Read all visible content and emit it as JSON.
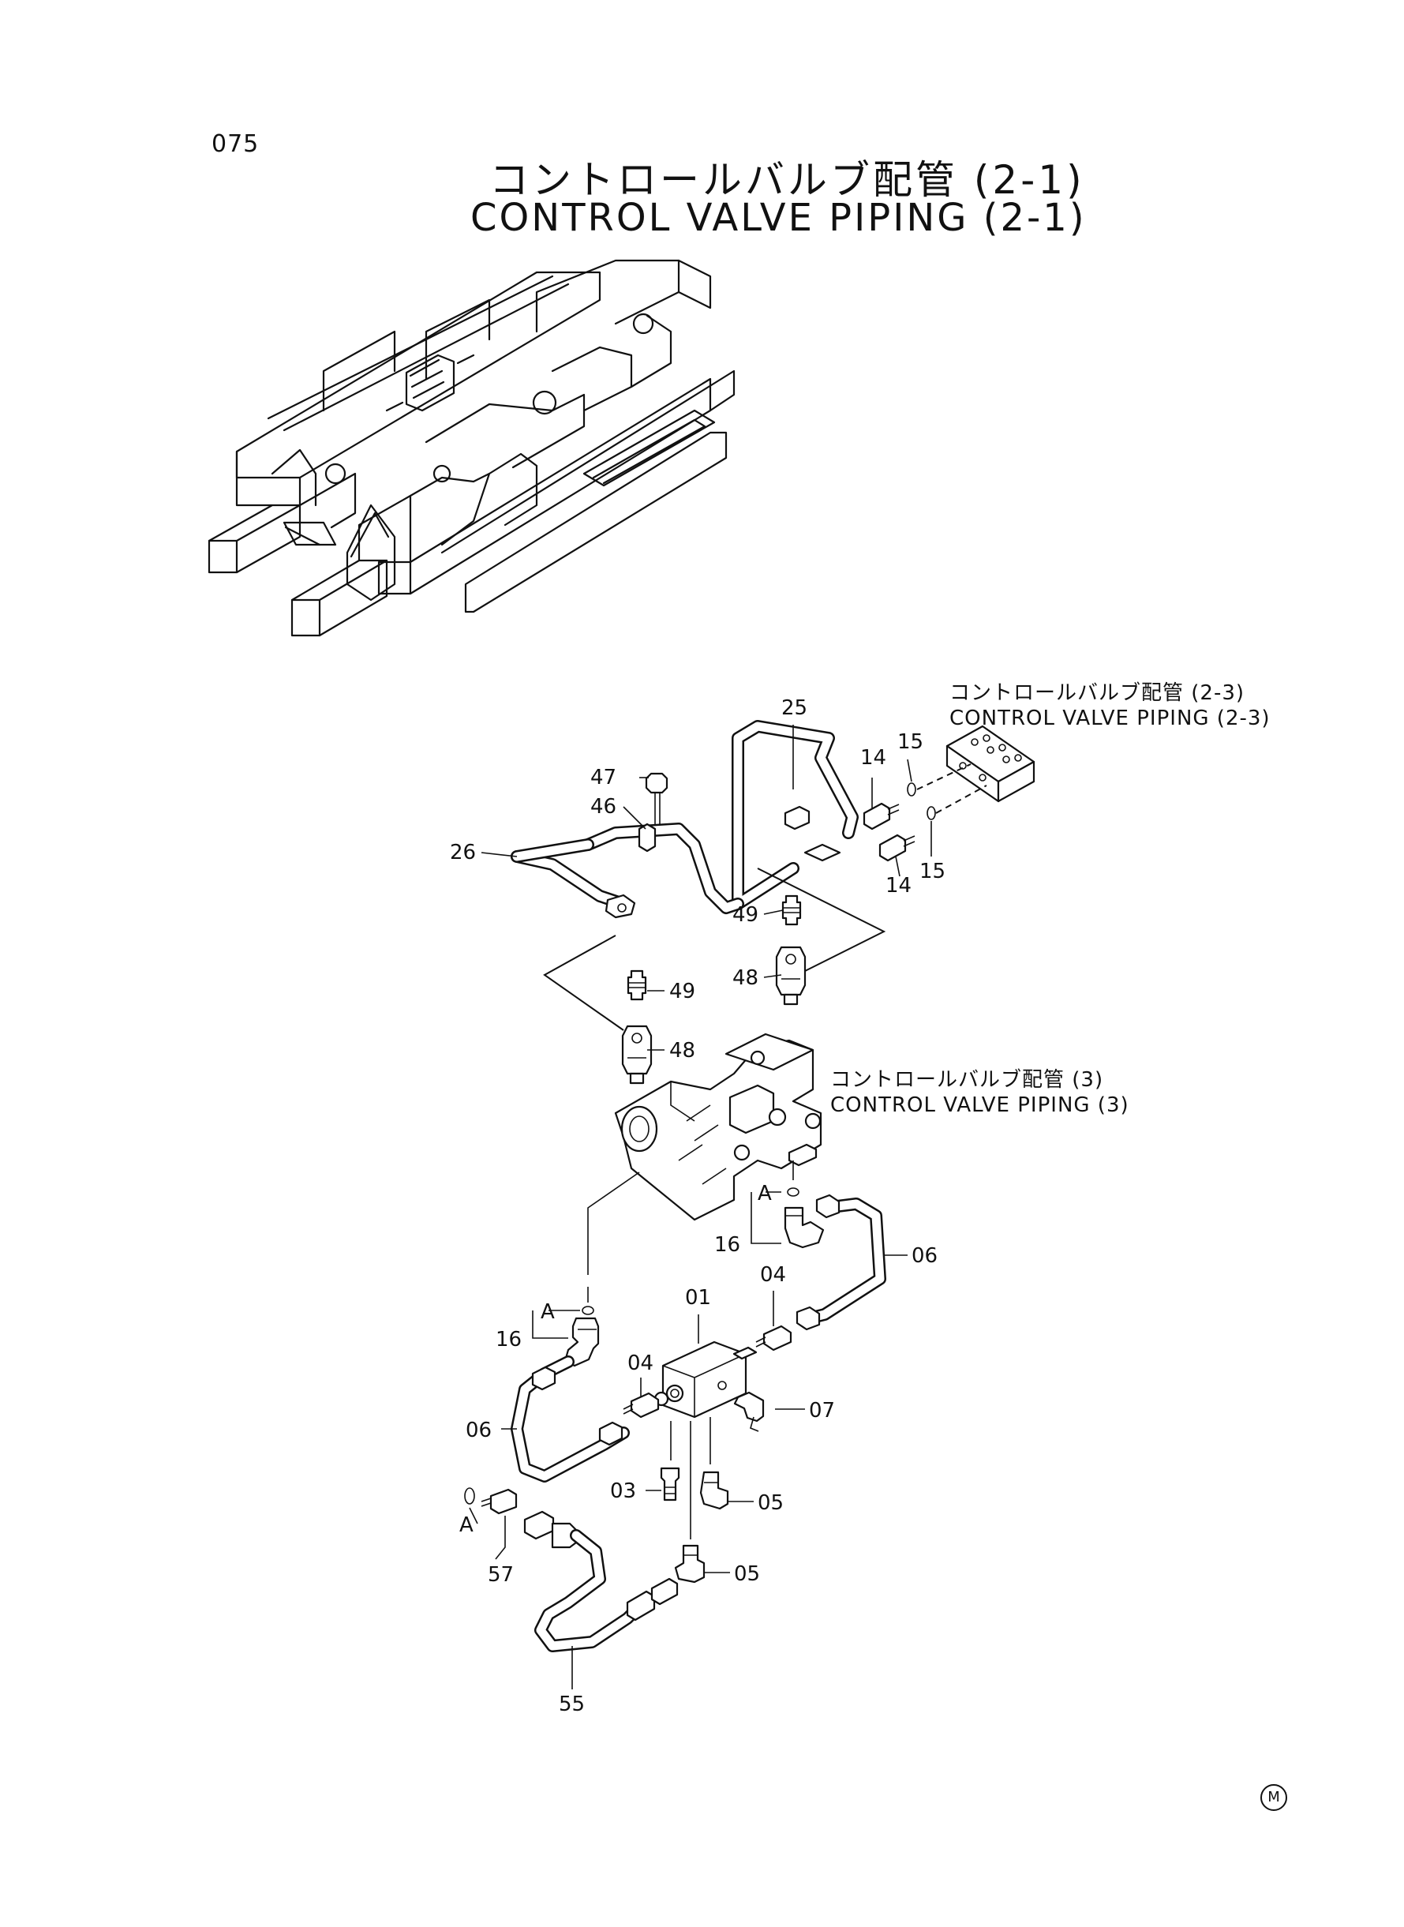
{
  "page": {
    "number": "075",
    "title_jp": "コントロールバルブ配管 (2-1)",
    "title_en": "CONTROL VALVE PIPING (2-1)",
    "mark": "M"
  },
  "references": {
    "piping_2_3": {
      "jp": "コントロールバルブ配管 (2-3)",
      "en": "CONTROL VALVE PIPING (2-3)"
    },
    "piping_3": {
      "jp": "コントロールバルブ配管 (3)",
      "en": "CONTROL VALVE PIPING (3)"
    }
  },
  "callouts": {
    "c25": "25",
    "c47": "47",
    "c46": "46",
    "c26": "26",
    "c14a": "14",
    "c15a": "15",
    "c14b": "14",
    "c15b": "15",
    "c49a": "49",
    "c48a": "48",
    "c49b": "49",
    "c48b": "48",
    "cA1": "A",
    "c16a": "16",
    "c06a": "06",
    "c01": "01",
    "c04a": "04",
    "cA2": "A",
    "c16b": "16",
    "c04b": "04",
    "c07": "07",
    "c06b": "06",
    "c03": "03",
    "c05a": "05",
    "cA3": "A",
    "c57": "57",
    "c05b": "05",
    "c55": "55"
  }
}
